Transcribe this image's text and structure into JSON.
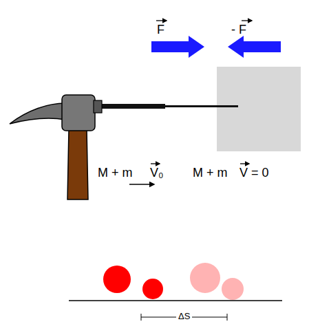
{
  "diagram": {
    "labels": [
      "F",
      "- F",
      "M + m",
      "V₀",
      "M + m",
      "V = 0",
      "ΔS"
    ]
  }
}
